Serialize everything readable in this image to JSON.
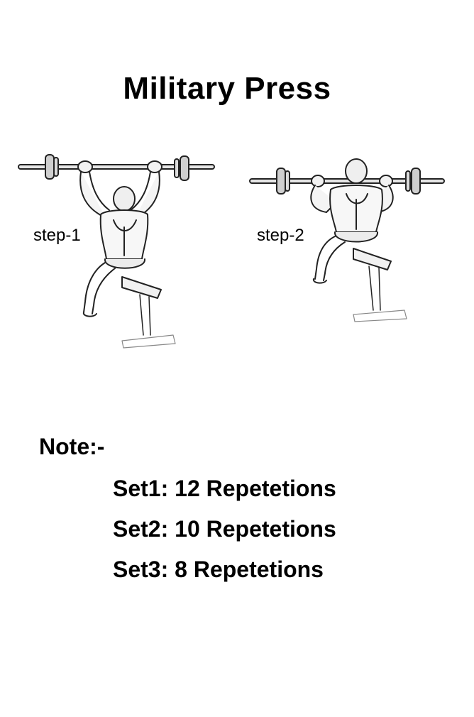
{
  "page": {
    "title": "Military Press"
  },
  "steps": [
    {
      "label": "step-1",
      "icon": "seated-overhead-press-arms-extended-icon"
    },
    {
      "label": "step-2",
      "icon": "seated-overhead-press-bar-lowered-icon"
    }
  ],
  "note": {
    "heading": "Note:-",
    "sets": [
      "Set1: 12 Repetetions",
      "Set2: 10 Repetetions",
      "Set3: 8 Repetetions"
    ]
  }
}
